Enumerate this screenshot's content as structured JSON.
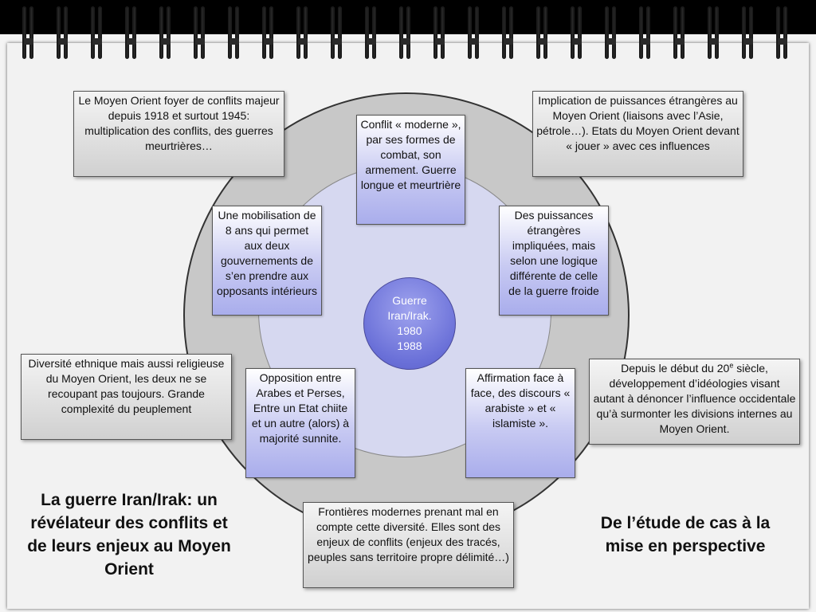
{
  "slide": {
    "center_label_lines": [
      "Guerre",
      "Iran/Irak.",
      "1980",
      "1988"
    ],
    "boxes": {
      "top_left": "Le Moyen Orient foyer de conflits majeur depuis 1918 et surtout 1945: multiplication des conflits, des guerres meurtrières…",
      "top_right": "Implication de puissances étrangères au Moyen Orient (liaisons avec l’Asie, pétrole…). Etats du Moyen Orient devant « jouer » avec ces influences",
      "top_center": "Conflit « moderne », par ses formes de combat, son armement. Guerre longue et meurtrière",
      "mobilisation": "Une mobilisation de 8 ans qui permet aux deux gouvernements de s’en prendre aux opposants intérieurs",
      "puissances": "Des puissances étrangères impliquées, mais selon une logique différente de celle de la guerre froide",
      "diversite": "Diversité ethnique mais aussi religieuse du Moyen Orient, les deux ne se recoupant pas toujours. Grande complexité du peuplement",
      "depuis_pre": "Depuis le début du 20",
      "depuis_sup": "e",
      "depuis_post": " siècle, développement d’idéologies visant autant à dénoncer l’influence occidentale qu’à surmonter les divisions internes au Moyen Orient.",
      "opposition": "Opposition entre Arabes et Perses, Entre un Etat chiite et un autre (alors) à majorité sunnite.",
      "affirmation": "Affirmation face à face, des discours « arabiste » et « islamiste ».",
      "frontieres": "Frontières modernes prenant mal en compte cette diversité. Elles sont des enjeux de conflits (enjeux des tracés, peuples sans territoire propre délimité…)"
    },
    "title_left": "La guerre Iran/Irak: un révélateur des conflits et de leurs enjeux au Moyen Orient",
    "title_right": "De l’étude de cas à la mise en perspective"
  },
  "colors": {
    "outer_ring": "#c8c8c8",
    "inner_ring": "#d6d8f0",
    "center": "#6a70d8",
    "binding": "#1b1b1b"
  }
}
